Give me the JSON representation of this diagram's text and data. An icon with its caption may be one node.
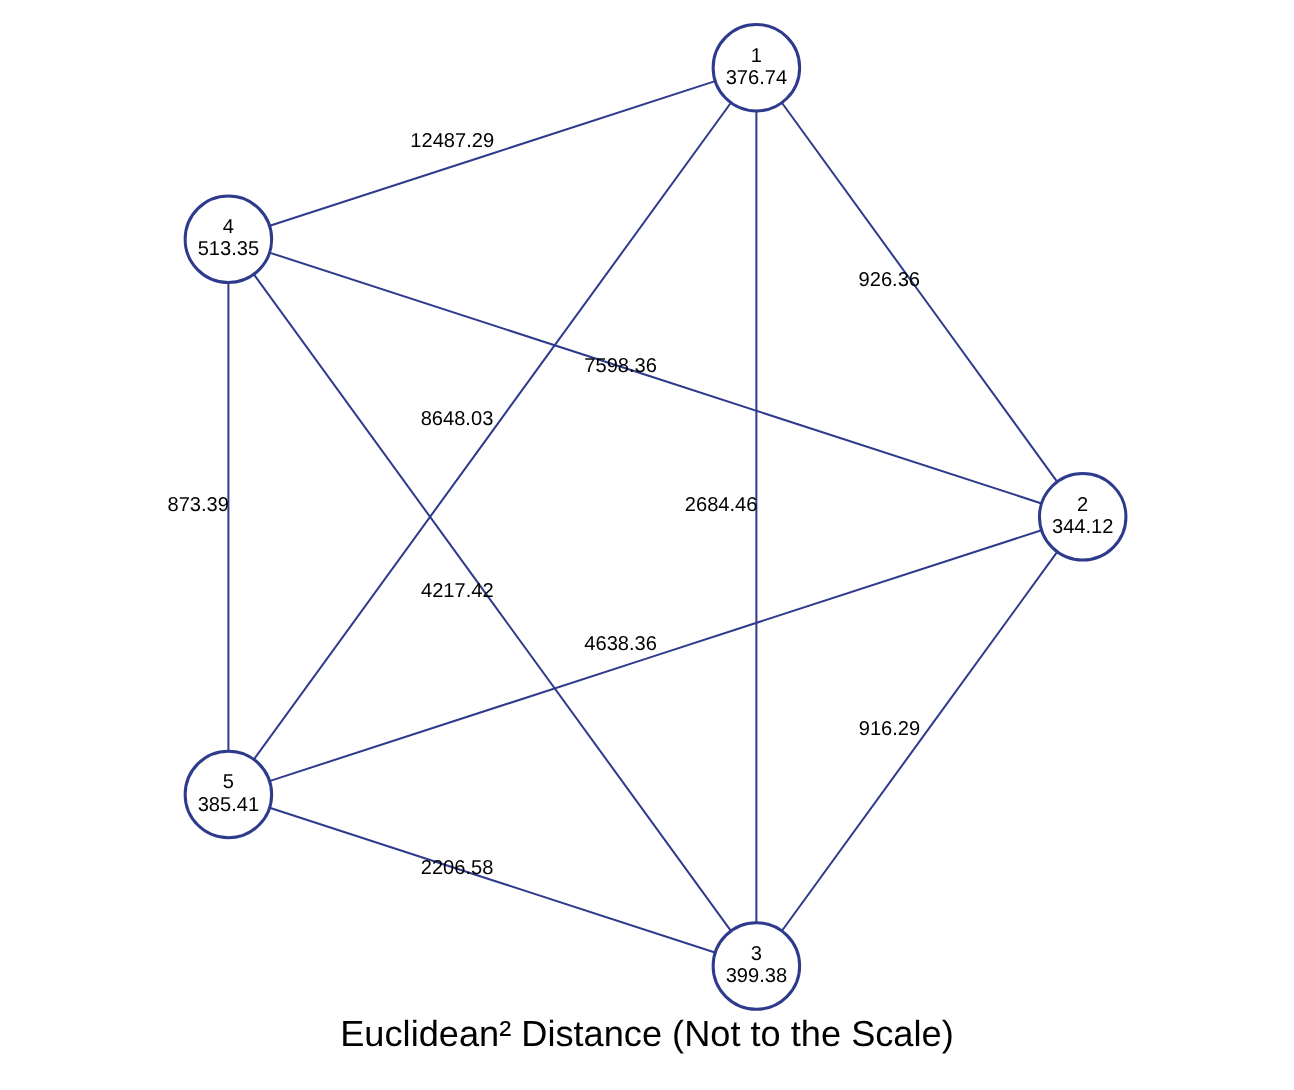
{
  "diagram": {
    "caption": "Euclidean² Distance (Not to the Scale)",
    "nodes": [
      {
        "text": [
          "3",
          "399.38"
        ]
      },
      {
        "text": [
          "2",
          "344.12"
        ]
      },
      {
        "text": [
          "4",
          "513.35"
        ]
      },
      {
        "text": [
          "1",
          "376.74"
        ]
      },
      {
        "text": [
          "5",
          "385.41"
        ]
      }
    ],
    "edges": [
      {
        "from": 0,
        "to": 1,
        "arrow": "none",
        "label": "916.29"
      },
      {
        "from": 0,
        "to": 2,
        "arrow": "none",
        "label": "4217.42"
      },
      {
        "from": 1,
        "to": 2,
        "arrow": "none",
        "label": "7598.36"
      },
      {
        "from": 0,
        "to": 3,
        "arrow": "none",
        "label": "2684.46"
      },
      {
        "from": 1,
        "to": 3,
        "arrow": "none",
        "label": "926.36"
      },
      {
        "from": 0,
        "to": 4,
        "arrow": "none",
        "label": "2206.58"
      },
      {
        "from": 1,
        "to": 4,
        "arrow": "none",
        "label": "4638.36"
      },
      {
        "from": 2,
        "to": 3,
        "arrow": "none",
        "label": "12487.29"
      },
      {
        "from": 2,
        "to": 4,
        "arrow": "none",
        "label": "873.39"
      },
      {
        "from": 4,
        "to": 3,
        "arrow": "none",
        "label": "8648.03"
      }
    ]
  }
}
